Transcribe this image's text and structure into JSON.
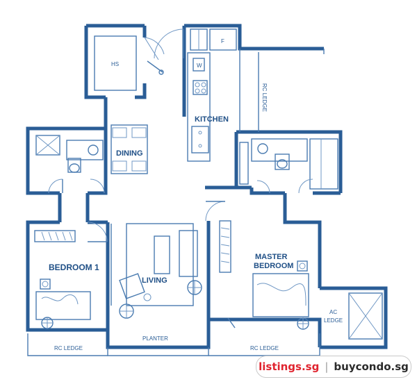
{
  "rooms": {
    "kitchen": "KITCHEN",
    "dining": "DINING",
    "living": "LIVING",
    "bedroom1": "BEDROOM 1",
    "master_line1": "MASTER",
    "master_line2": "BEDROOM"
  },
  "small_labels": {
    "hs": "HS",
    "fridge": "F",
    "washer": "W",
    "rc_ledge_vertical": "RC LEDGE",
    "rc_ledge_left": "RC LEDGE",
    "rc_ledge_right": "RC LEDGE",
    "planter": "PLANTER",
    "ac_line1": "AC",
    "ac_line2": "LEDGE"
  },
  "watermark": {
    "site1": "listings.sg",
    "separator": "|",
    "site2": "buycondo.sg"
  },
  "colors": {
    "wall": "#2a5d96",
    "text": "#1f4f86",
    "brand_red": "#e0242f",
    "brand_dark": "#2b2b2b"
  }
}
